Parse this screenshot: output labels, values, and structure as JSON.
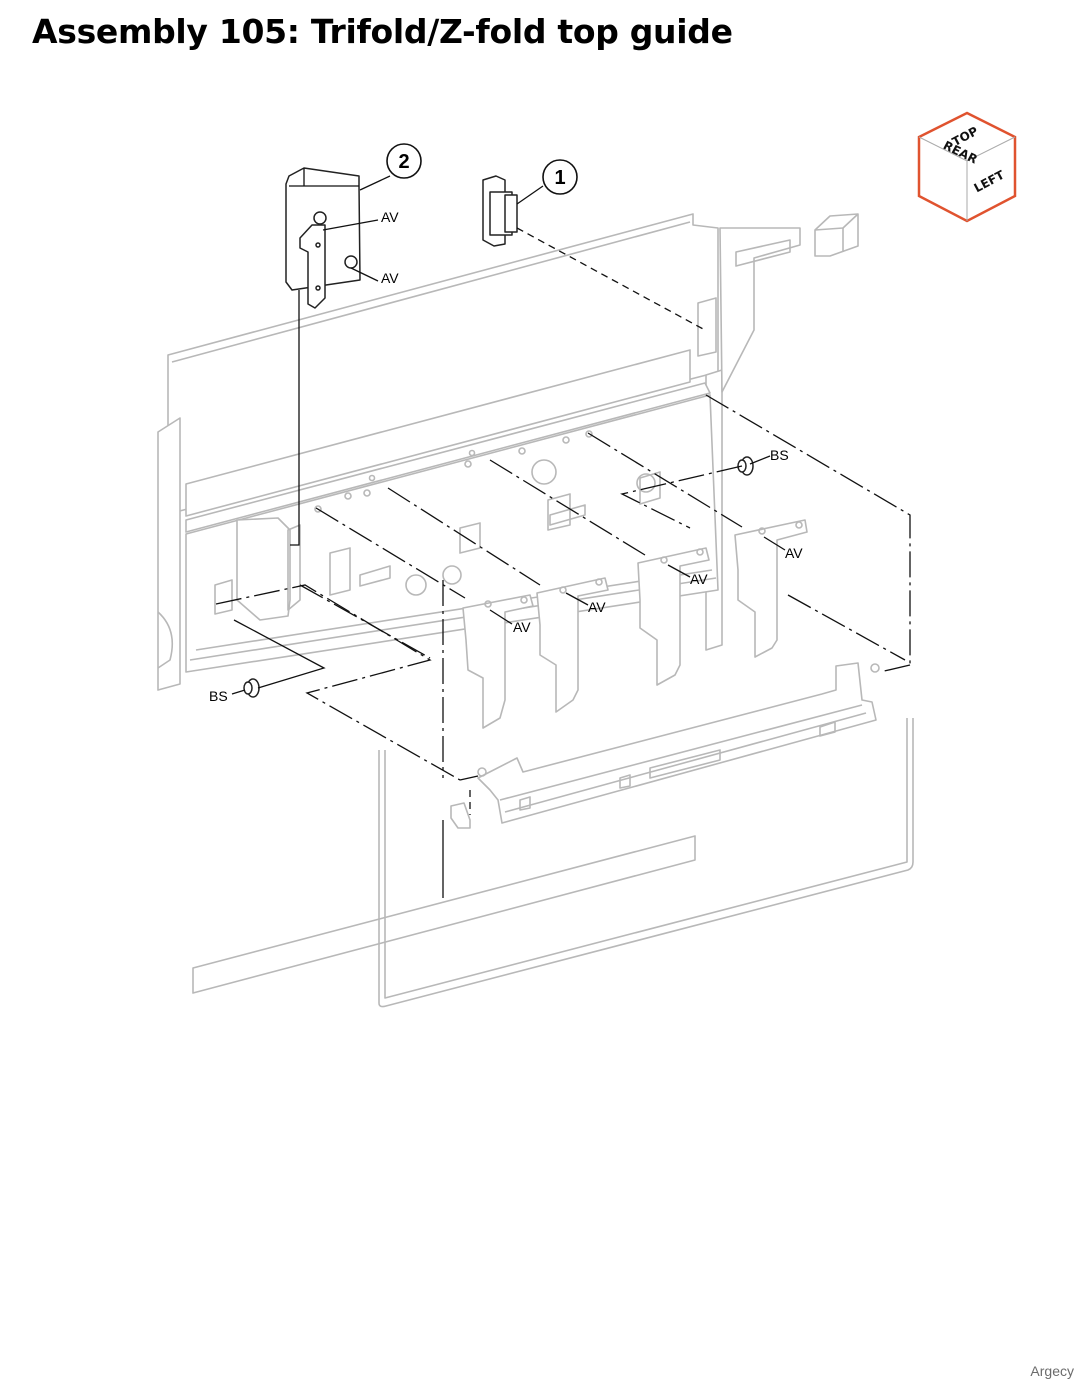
{
  "title": "Assembly 105: Trifold/Z-fold top guide",
  "callouts": [
    "1",
    "2"
  ],
  "labels": {
    "av": "AV",
    "bs": "BS"
  },
  "orientation_cube": {
    "top": "TOP",
    "rear": "REAR",
    "left": "LEFT",
    "color": "#e0532f"
  },
  "watermark": "Argecy"
}
